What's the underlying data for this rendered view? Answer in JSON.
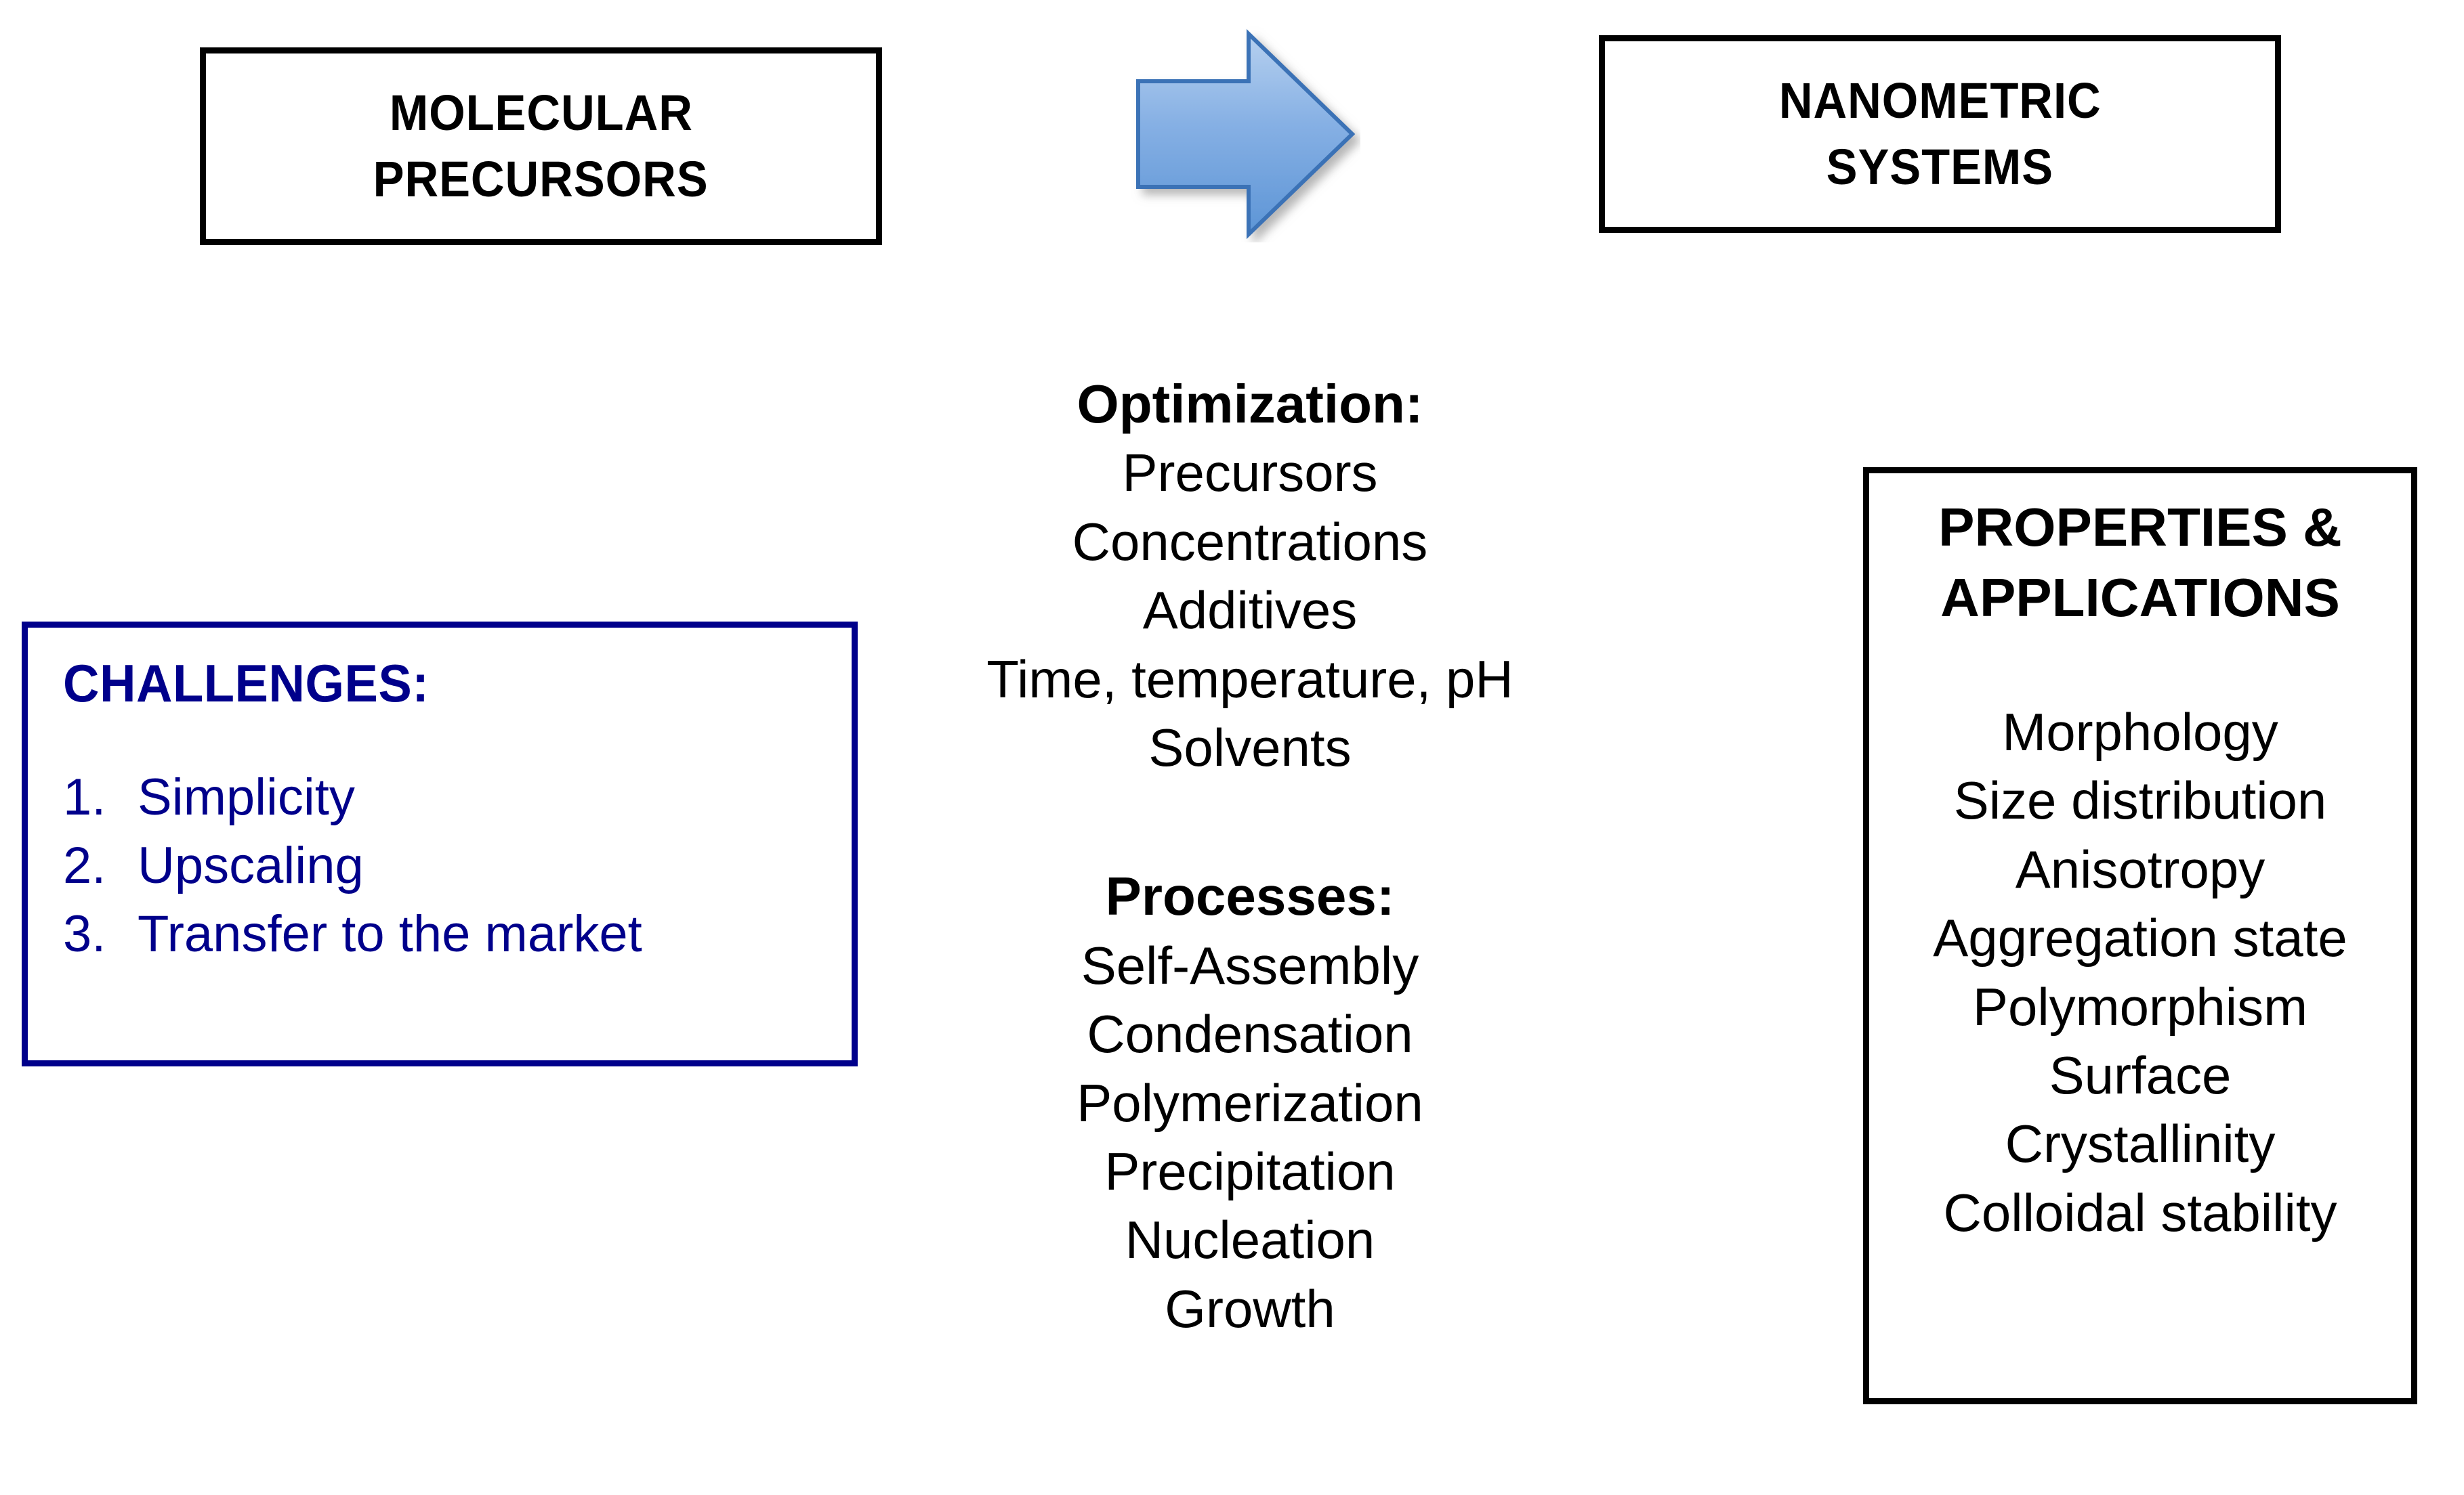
{
  "diagram": {
    "molecular_precursors": {
      "lines": [
        "MOLECULAR",
        "PRECURSORS"
      ]
    },
    "arrow": {
      "name": "right-arrow",
      "fill_light": "#A8C7EC",
      "fill_dark": "#5B93D4",
      "border": "#3A72B6"
    },
    "nanometric_systems": {
      "lines": [
        "NANOMETRIC",
        "SYSTEMS"
      ]
    },
    "challenges": {
      "title": "CHALLENGES:",
      "border_color": "#00008B",
      "text_color": "#00008B",
      "items": [
        {
          "num": "1.",
          "label": "Simplicity"
        },
        {
          "num": "2.",
          "label": "Upscaling"
        },
        {
          "num": "3.",
          "label": "Transfer to the market"
        }
      ]
    },
    "optimization": {
      "heading": "Optimization:",
      "items": [
        "Precursors",
        "Concentrations",
        "Additives",
        "Time, temperature, pH",
        "Solvents"
      ]
    },
    "processes": {
      "heading": "Processes:",
      "items": [
        "Self-Assembly",
        "Condensation",
        "Polymerization",
        "Precipitation",
        "Nucleation",
        "Growth"
      ]
    },
    "properties_applications": {
      "title_lines": [
        "PROPERTIES &",
        "APPLICATIONS"
      ],
      "items": [
        "Morphology",
        "Size distribution",
        "Anisotropy",
        "Aggregation state",
        "Polymorphism",
        "Surface",
        "Crystallinity",
        "Colloidal stability"
      ]
    }
  }
}
